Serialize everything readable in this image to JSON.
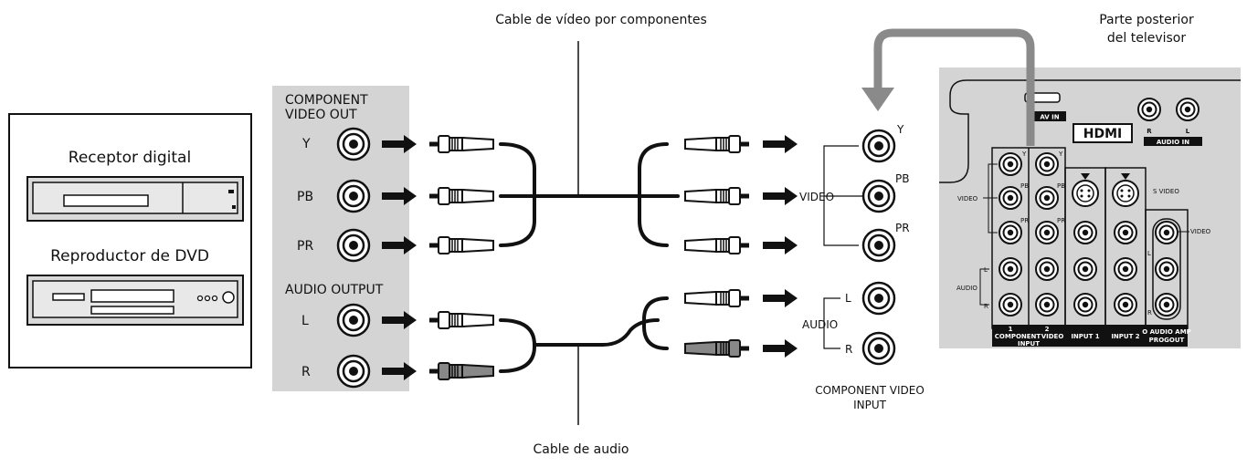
{
  "titles": {
    "component_cable": "Cable de vídeo por componentes",
    "audio_cable": "Cable de audio",
    "tv_back_line1": "Parte posterior",
    "tv_back_line2": "del televisor"
  },
  "devices": {
    "receiver": "Receptor digital",
    "dvd": "Reproductor de DVD"
  },
  "source_panel": {
    "component_line1": "COMPONENT",
    "component_line2": "VIDEO OUT",
    "y": "Y",
    "pb": "PB",
    "pr": "PR",
    "audio_output": "AUDIO OUTPUT",
    "l": "L",
    "r": "R"
  },
  "input_group": {
    "video_label": "VIDEO",
    "audio_label": "AUDIO",
    "y": "Y",
    "pb": "PB",
    "pr": "PR",
    "l": "L",
    "r": "R",
    "caption_line1": "COMPONENT VIDEO",
    "caption_line2": "INPUT"
  },
  "tv_panel": {
    "av_in": "AV IN",
    "hdmi": "HDMI",
    "audio_in": "AUDIO IN",
    "r": "R",
    "l": "L",
    "video_left": "VIDEO",
    "audio_left": "AUDIO",
    "s_video": "S VIDEO",
    "video_right": "VIDEO",
    "col1": "1",
    "col2": "2",
    "component": "COMPONENT",
    "input_word": "INPUT",
    "video_word": "VIDEO",
    "input1": "INPUT 1",
    "input2": "INPUT 2",
    "audio_amp": "O AUDIO AMP",
    "progout": "PROGOUT",
    "pb": "PB",
    "pr": "PR",
    "r_small": "R",
    "y": "Y"
  }
}
